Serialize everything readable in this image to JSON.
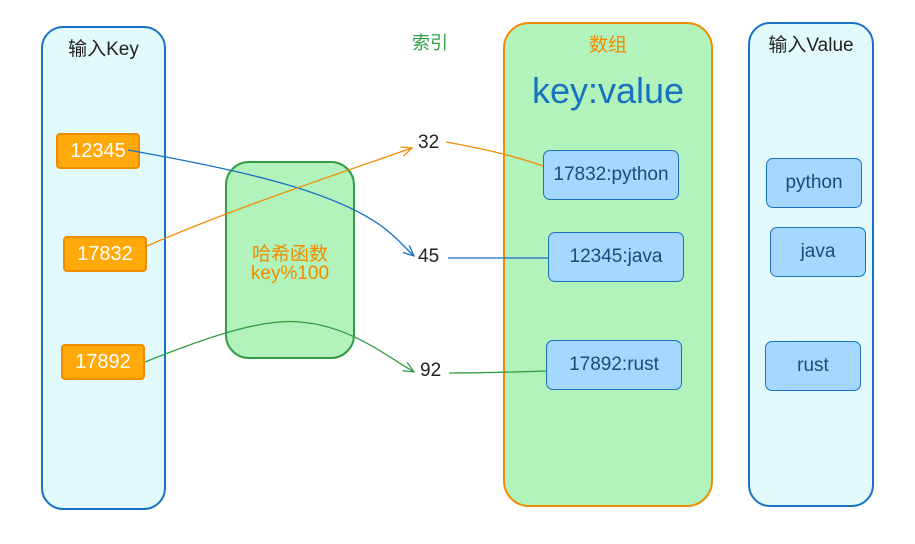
{
  "colors": {
    "panel_blue_border": "#1971c2",
    "panel_blue_fill": "#e3fafc",
    "array_border": "#f08c00",
    "array_fill": "#b2f2bb",
    "hash_border": "#2f9e44",
    "key_fill": "#ffa90a",
    "entry_fill": "#a5d8ff",
    "orange_text": "#f08c00",
    "green_text": "#2f9e44",
    "big_blue_text": "#1971c2"
  },
  "input_key": {
    "title": "输入Key",
    "keys": [
      "12345",
      "17832",
      "17892"
    ]
  },
  "hash_function": {
    "line1": "哈希函数",
    "line2": "key%100"
  },
  "index": {
    "title": "索引",
    "values": [
      "32",
      "45",
      "92"
    ]
  },
  "array": {
    "title": "数组",
    "subtitle": "key:value",
    "entries": [
      "17832:python",
      "12345:java",
      "17892:rust"
    ]
  },
  "input_value": {
    "title": "输入Value",
    "values": [
      "python",
      "java",
      "rust"
    ]
  },
  "links": {
    "key_to_index": [
      {
        "from": "12345",
        "to": "45",
        "color": "#1971c2"
      },
      {
        "from": "17832",
        "to": "32",
        "color": "#f08c00"
      },
      {
        "from": "17892",
        "to": "92",
        "color": "#2f9e44"
      }
    ],
    "index_to_entry": [
      {
        "from": "32",
        "to": "17832:python",
        "color": "#f08c00"
      },
      {
        "from": "45",
        "to": "12345:java",
        "color": "#1971c2"
      },
      {
        "from": "92",
        "to": "17892:rust",
        "color": "#2f9e44"
      }
    ]
  }
}
